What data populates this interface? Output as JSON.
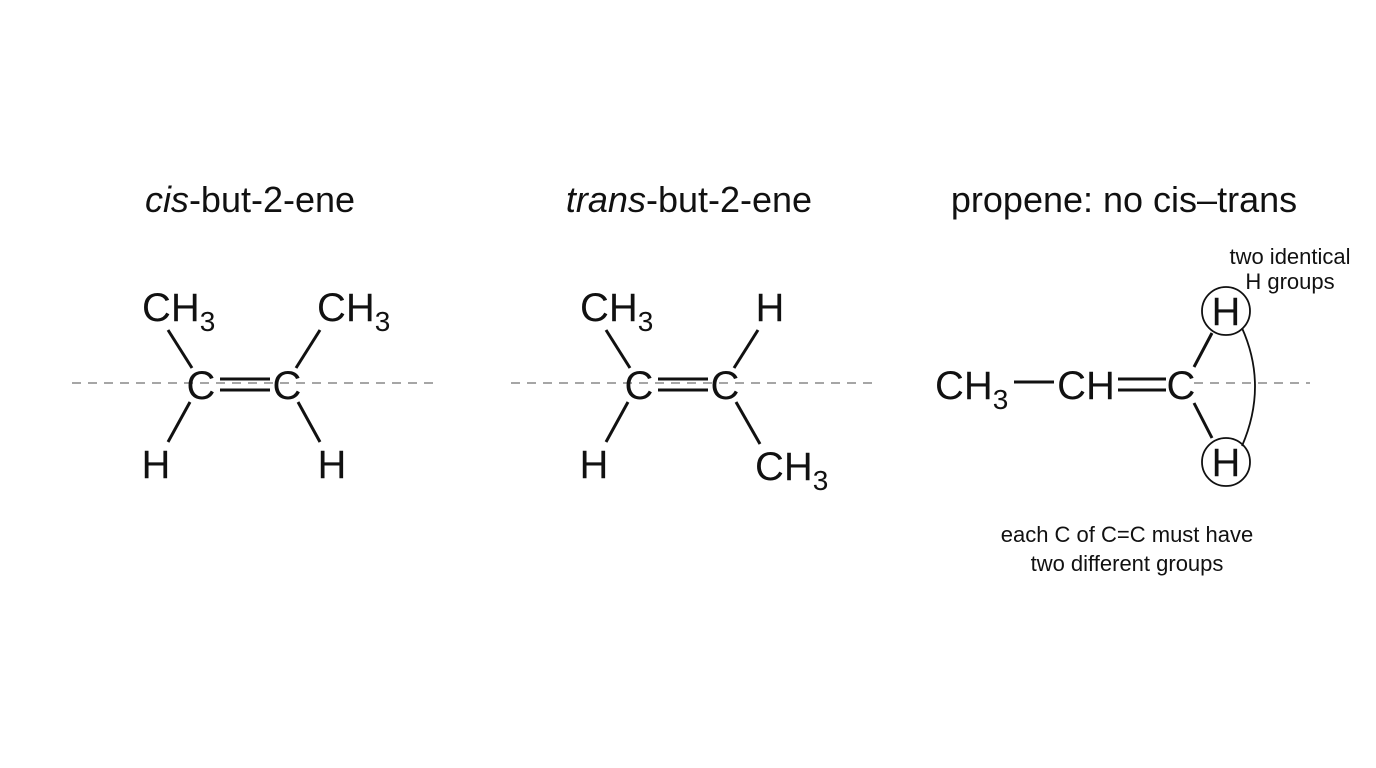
{
  "colors": {
    "ink": "#111111",
    "axis": "#888888",
    "background": "#ffffff"
  },
  "cis": {
    "title_prefix": "cis",
    "title_suffix": "-but-2-ene",
    "top_left": "CH",
    "top_left_sub": "3",
    "top_right": "CH",
    "top_right_sub": "3",
    "carbon_left": "C",
    "carbon_right": "C",
    "bottom_left": "H",
    "bottom_right": "H"
  },
  "trans": {
    "title_prefix": "trans",
    "title_suffix": "-but-2-ene",
    "top_left": "CH",
    "top_left_sub": "3",
    "top_right": "H",
    "carbon_left": "C",
    "carbon_right": "C",
    "bottom_left": "H",
    "bottom_right": "CH",
    "bottom_right_sub": "3"
  },
  "propene": {
    "title": "propene: no cis–trans",
    "methyl": "CH",
    "methyl_sub": "3",
    "ch": "CH",
    "carbon": "C",
    "h_top": "H",
    "h_bottom": "H",
    "annotation_line1": "two identical",
    "annotation_line2": "H groups",
    "caption_line1": "each C of C=C must have",
    "caption_line2": "two different groups"
  }
}
